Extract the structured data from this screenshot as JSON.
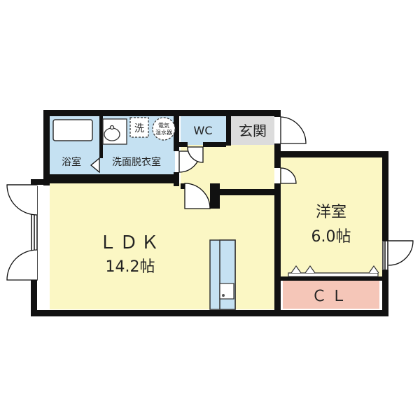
{
  "rooms": {
    "bath": {
      "label": "浴室"
    },
    "washroom": {
      "label": "洗面脱衣室"
    },
    "wc": {
      "label": "WC"
    },
    "entrance": {
      "label": "玄関"
    },
    "ldk": {
      "label": "ＬＤＫ",
      "size": "14.2帖"
    },
    "western": {
      "label": "洋室",
      "size": "6.0帖"
    },
    "closet": {
      "label": "ＣＬ"
    }
  },
  "fixtures": {
    "washer": {
      "label": "洗"
    },
    "water_heater": {
      "label_line1": "電気",
      "label_line2": "温水器"
    }
  },
  "colors": {
    "wall": "#111111",
    "wet_area": "#c5e1f2",
    "living": "#fbf7c4",
    "closet": "#f5c6b8",
    "entrance": "#dcdcdc"
  }
}
